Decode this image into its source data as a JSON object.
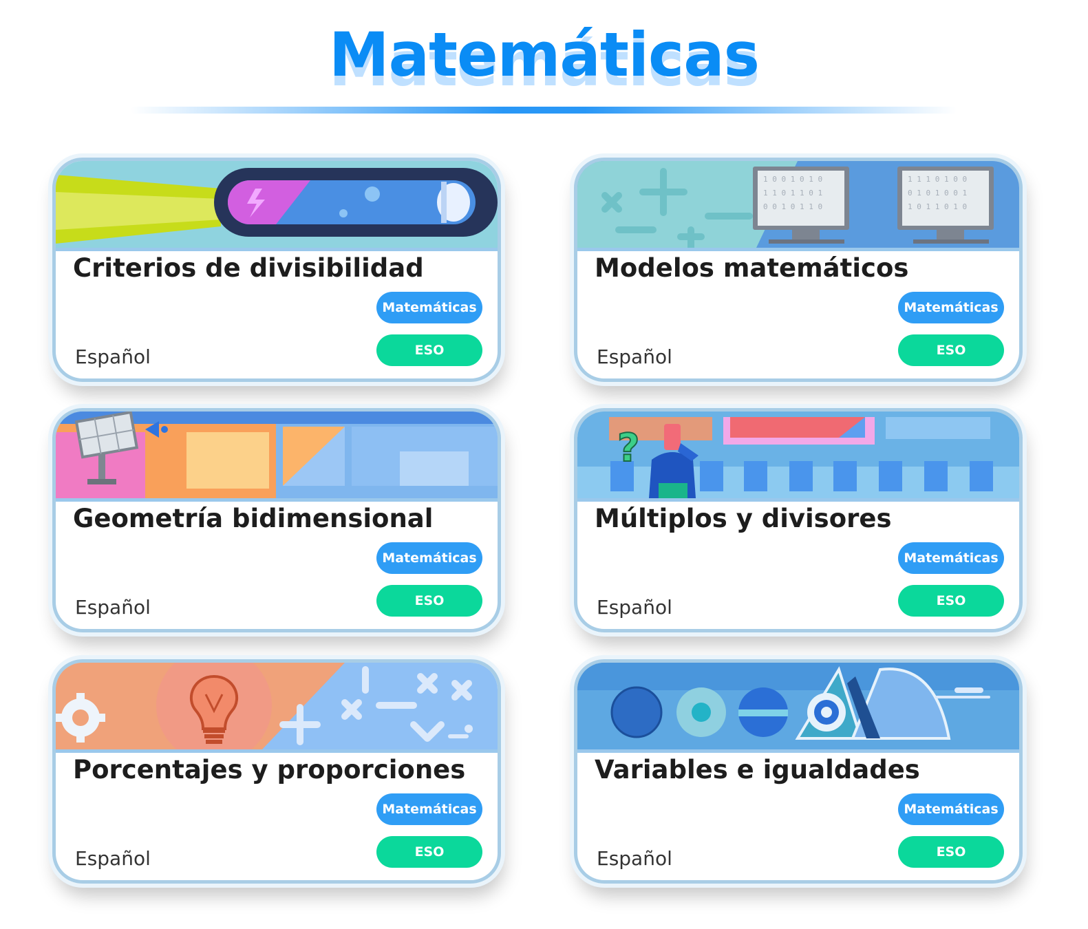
{
  "page": {
    "title": "Matemáticas"
  },
  "cards": [
    {
      "title": "Criterios de divisibilidad",
      "subject": "Matemáticas",
      "level": "ESO",
      "language": "Español"
    },
    {
      "title": "Modelos matemáticos",
      "subject": "Matemáticas",
      "level": "ESO",
      "language": "Español"
    },
    {
      "title": "Geometría bidimensional",
      "subject": "Matemáticas",
      "level": "ESO",
      "language": "Español"
    },
    {
      "title": "Múltiplos y divisores",
      "subject": "Matemáticas",
      "level": "ESO",
      "language": "Español"
    },
    {
      "title": "Porcentajes y proporciones",
      "subject": "Matemáticas",
      "level": "ESO",
      "language": "Español"
    },
    {
      "title": "Variables e igualdades",
      "subject": "Matemáticas",
      "level": "ESO",
      "language": "Español"
    }
  ],
  "colors": {
    "title_blue": "#0a8cf5",
    "subject_pill": "#2f9df5",
    "level_pill": "#0bd89b",
    "card_border": "#a8cde6"
  },
  "icons": {
    "card_1": "battery-capsule-illustration",
    "card_2": "math-symbols-computers-illustration",
    "card_3": "solar-panel-blocks-illustration",
    "card_4": "question-person-bars-illustration",
    "card_5": "gear-lightbulb-symbols-illustration",
    "card_6": "spheres-shapes-illustration"
  }
}
